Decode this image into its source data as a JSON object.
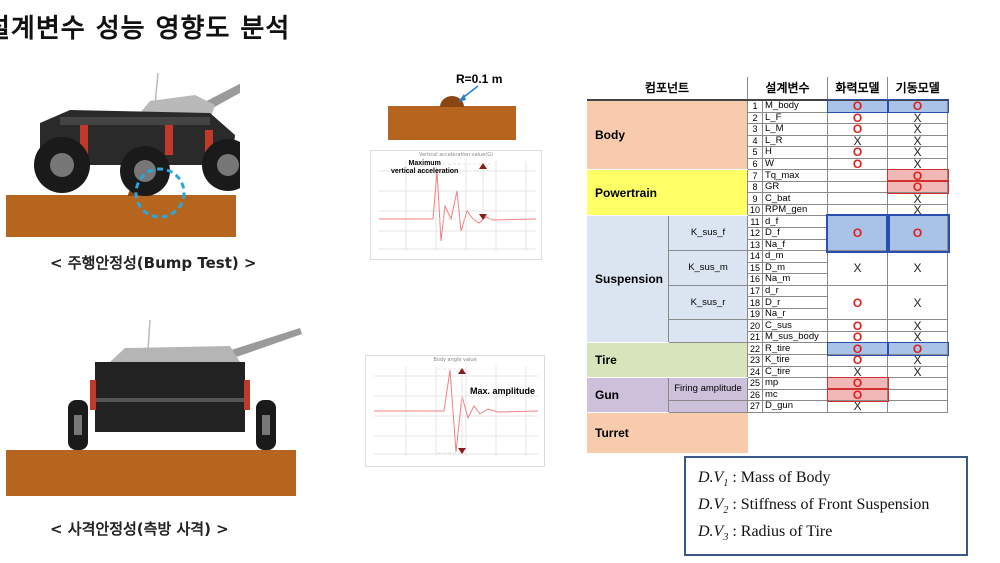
{
  "title": "설계변수 성능 영향도 분석",
  "captions": {
    "bump": "< 주행안정성(Bump Test) >",
    "firing": "< 사격안정성(측방 사격) >"
  },
  "bump_diagram": {
    "label": "R=0.1 m"
  },
  "plots": {
    "accel": {
      "title": "Vertical acceleration value(G)",
      "annotation_line1": "Maximum",
      "annotation_line2": "vertical acceleration"
    },
    "amplitude": {
      "title": "Body angle value",
      "annotation": "Max. amplitude"
    }
  },
  "table": {
    "headers": {
      "component": "컴포넌트",
      "variable": "설계변수",
      "fire": "화력모델",
      "mobility": "기동모델"
    },
    "components": {
      "body": "Body",
      "powertrain": "Powertrain",
      "suspension": "Suspension",
      "tire": "Tire",
      "gun": "Gun",
      "turret": "Turret"
    },
    "subgroups": {
      "ksus_f": "K_sus_f",
      "ksus_m": "K_sus_m",
      "ksus_r": "K_sus_r",
      "firing": "Firing amplitude"
    },
    "rows": [
      {
        "n": "1",
        "v": "M_body",
        "f": "O",
        "m": "O"
      },
      {
        "n": "2",
        "v": "L_F",
        "f": "O",
        "m": "X"
      },
      {
        "n": "3",
        "v": "L_M",
        "f": "O",
        "m": "X"
      },
      {
        "n": "4",
        "v": "L_R",
        "f": "X",
        "m": "X"
      },
      {
        "n": "5",
        "v": "H",
        "f": "O",
        "m": "X"
      },
      {
        "n": "6",
        "v": "W",
        "f": "O",
        "m": "X"
      },
      {
        "n": "7",
        "v": "Tq_max",
        "f": "",
        "m": "O"
      },
      {
        "n": "8",
        "v": "GR",
        "f": "",
        "m": "O"
      },
      {
        "n": "9",
        "v": "C_bat",
        "f": "",
        "m": "X"
      },
      {
        "n": "10",
        "v": "RPM_gen",
        "f": "",
        "m": "X"
      },
      {
        "n": "11",
        "v": "d_f",
        "f": "",
        "m": ""
      },
      {
        "n": "12",
        "v": "D_f",
        "f": "O",
        "m": "O"
      },
      {
        "n": "13",
        "v": "Na_f",
        "f": "",
        "m": ""
      },
      {
        "n": "14",
        "v": "d_m",
        "f": "",
        "m": ""
      },
      {
        "n": "15",
        "v": "D_m",
        "f": "X",
        "m": "X"
      },
      {
        "n": "16",
        "v": "Na_m",
        "f": "",
        "m": ""
      },
      {
        "n": "17",
        "v": "d_r",
        "f": "",
        "m": ""
      },
      {
        "n": "18",
        "v": "D_r",
        "f": "O",
        "m": "X"
      },
      {
        "n": "19",
        "v": "Na_r",
        "f": "",
        "m": ""
      },
      {
        "n": "20",
        "v": "C_sus",
        "f": "O",
        "m": "X"
      },
      {
        "n": "21",
        "v": "M_sus_body",
        "f": "O",
        "m": "X"
      },
      {
        "n": "22",
        "v": "R_tire",
        "f": "O",
        "m": "O"
      },
      {
        "n": "23",
        "v": "K_tire",
        "f": "O",
        "m": "X"
      },
      {
        "n": "24",
        "v": "C_tire",
        "f": "X",
        "m": "X"
      },
      {
        "n": "25",
        "v": "mp",
        "f": "O",
        "m": ""
      },
      {
        "n": "26",
        "v": "mc",
        "f": "O",
        "m": ""
      },
      {
        "n": "27",
        "v": "D_gun",
        "f": "X",
        "m": ""
      }
    ]
  },
  "legend": {
    "dv1_label": "D.V",
    "dv1_sub": "1",
    "dv1_text": ": Mass of Body",
    "dv2_label": "D.V",
    "dv2_sub": "2",
    "dv2_text": ": Stiffness of Front Suspension",
    "dv3_label": "D.V",
    "dv3_sub": "3",
    "dv3_text": ": Radius of Tire"
  },
  "colors": {
    "body": "#f8cbad",
    "powertrain": "#ffff66",
    "suspension": "#dbe5f1",
    "tire": "#d7e4bc",
    "gun": "#ccc0da",
    "turret": "#f8cbad",
    "ground": "#b5651d",
    "circle": "#2aa7dd",
    "red_mark": "#e0201a",
    "blue_hl": "#a9c2e8",
    "red_hl": "#f2b8b8"
  }
}
